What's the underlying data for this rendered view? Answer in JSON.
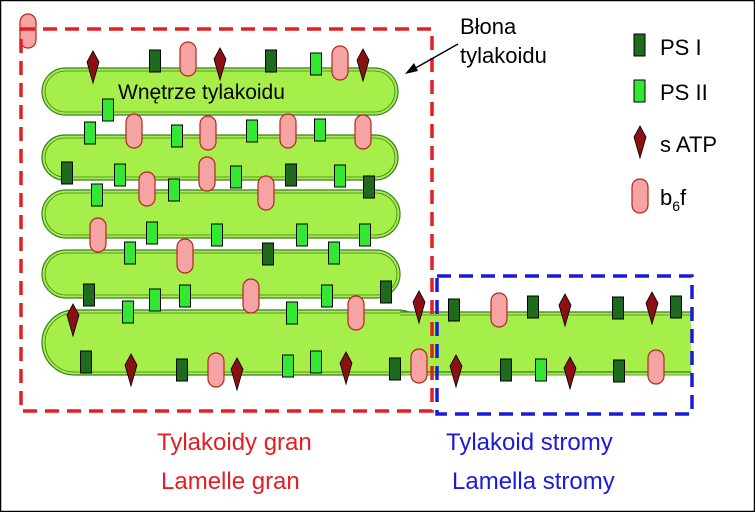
{
  "colors": {
    "border": "#000000",
    "background": "#ffffff",
    "grana_box": "#e31e24",
    "stroma_box": "#1a1adb",
    "membrane_fill": "#a6ef4a",
    "membrane_outline": "#3a7d22",
    "ps1_fill": "#1e6b1e",
    "ps2_fill": "#33e833",
    "atp_synthase_fill": "#8a1014",
    "b6f_fill": "#f5a3a3",
    "b6f_stroke": "#b3261e",
    "label_red": "#e31e24",
    "label_blue": "#1a1adb"
  },
  "labels": {
    "lumen": "Wnętrze tylakoidu",
    "membrane_line1": "Błona",
    "membrane_line2": "tylakoidu",
    "grana_line1": "Tylakoidy gran",
    "grana_line2": "Lamelle gran",
    "stroma_line1": "Tylakoid stromy",
    "stroma_line2": "Lamella stromy"
  },
  "legend": {
    "ps1": "PS I",
    "ps2": "PS II",
    "atp_synthase": "s ATP",
    "b6f_main": "b",
    "b6f_sub": "6",
    "b6f_tail": "f"
  }
}
